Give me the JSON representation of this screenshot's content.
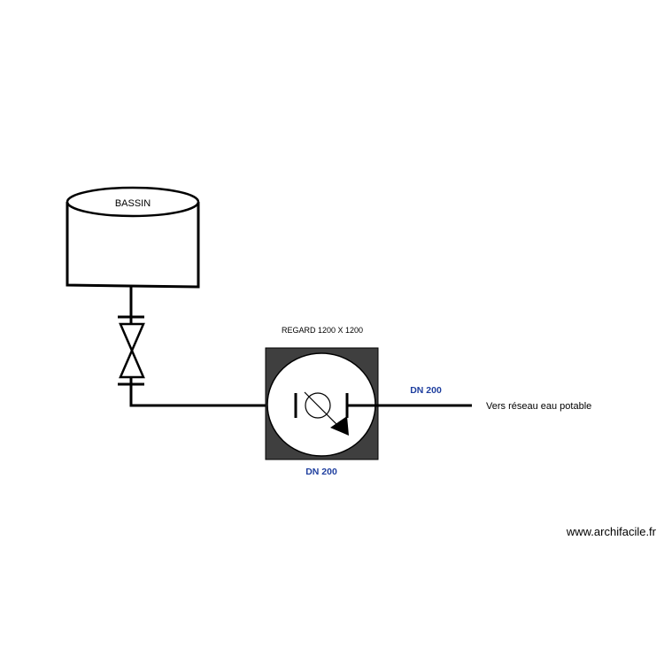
{
  "labels": {
    "tank": "BASSIN",
    "chamber": "REGARD 1200 X 1200",
    "pipe_diameter_outlet": "DN 200",
    "pipe_diameter_chamber": "DN 200",
    "destination": "Vers réseau eau potable"
  },
  "watermark": "www.archifacile.fr",
  "colors": {
    "line": "#000000",
    "chamber_fill": "#3f3f3f",
    "dimension_text": "#1f3f9f"
  },
  "icons": {
    "valve": "gate-valve-icon",
    "flow_meter": "flow-meter-icon"
  }
}
